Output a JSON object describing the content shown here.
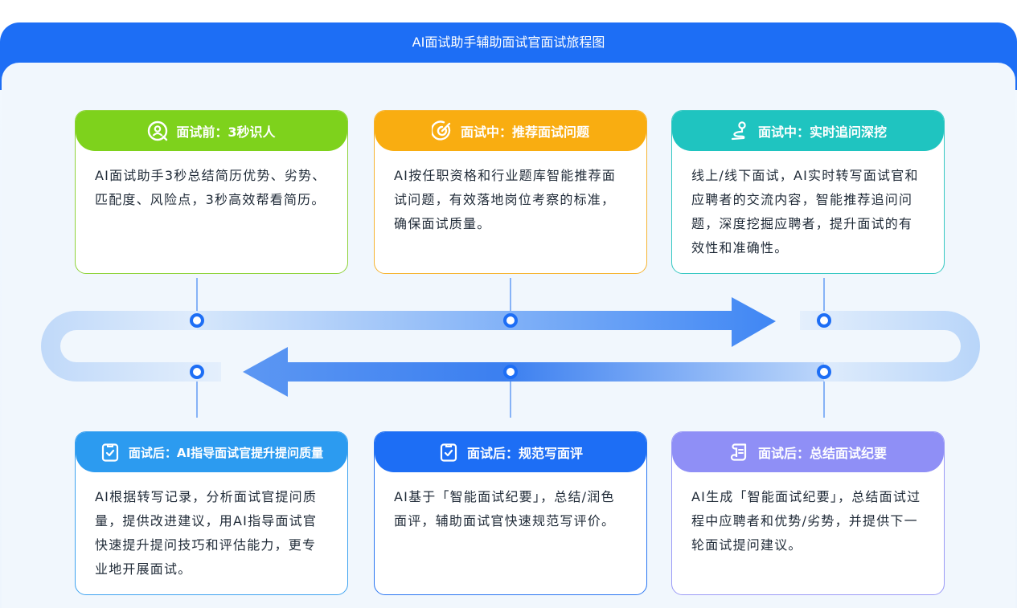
{
  "header": {
    "title": "AI面试助手辅助面试官面试旅程图"
  },
  "colors": {
    "header": "#1d6ef5",
    "green": "#7ed21c",
    "orange": "#f9ad11",
    "teal": "#1fc4c0",
    "sky": "#2c9bf0",
    "blue": "#1d6ef5",
    "purple": "#8f8ff6",
    "flow_light": "#c8def9",
    "flow_dark": "#4a8df5"
  },
  "stages": [
    {
      "title": "面试前：3秒识人",
      "icon": "person-search-icon",
      "description": "AI面试助手3秒总结简历优势、劣势、匹配度、风险点，3秒高效帮看简历。"
    },
    {
      "title": "面试中：推荐面试问题",
      "icon": "target-icon",
      "description": "AI按任职资格和行业题库智能推荐面试问题，有效落地岗位考察的标准，确保面试质量。"
    },
    {
      "title": "面试中：实时追问深挖",
      "icon": "map-pin-route-icon",
      "description": "线上/线下面试，AI实时转写面试官和应聘者的交流内容，智能推荐追问问题，深度挖掘应聘者，提升面试的有效性和准确性。"
    },
    {
      "title": "面试后：AI指导面试官提升提问质量",
      "icon": "checklist-icon",
      "description": "AI根据转写记录，分析面试官提问质量，提供改进建议，用AI指导面试官快速提升提问技巧和评估能力，更专业地开展面试。"
    },
    {
      "title": "面试后：规范写面评",
      "icon": "checklist-icon",
      "description": "AI基于「智能面试纪要」，总结/润色面评，辅助面试官快速规范写评价。"
    },
    {
      "title": "面试后：总结面试纪要",
      "icon": "scroll-document-icon",
      "description": "AI生成「智能面试纪要」，总结面试过程中应聘者和优势/劣势，并提供下一轮面试提问建议。"
    }
  ]
}
